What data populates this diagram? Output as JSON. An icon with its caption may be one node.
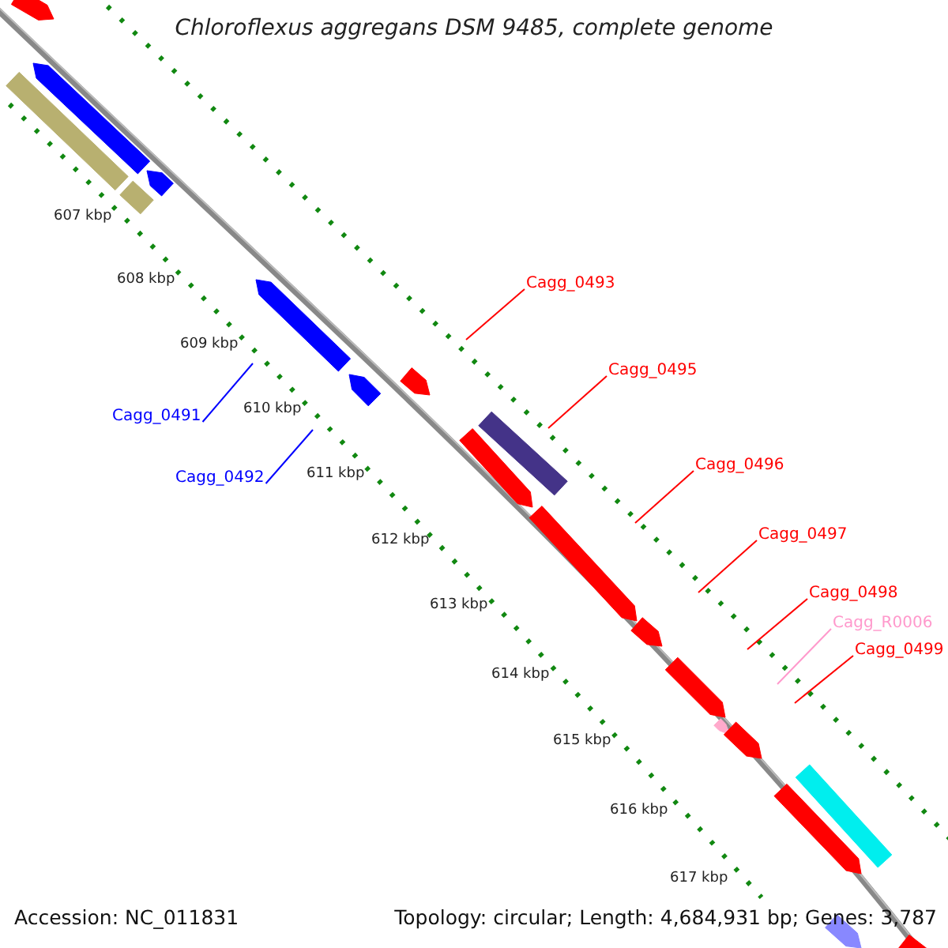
{
  "diagram": {
    "title": "Chloroflexus aggregans DSM 9485, complete genome",
    "nodes": [
      {
        "text": [
          "Cagg_0493"
        ]
      },
      {
        "text": [
          "Cagg_0495"
        ]
      },
      {
        "text": [
          "Cagg_0496"
        ]
      },
      {
        "text": [
          "Cagg_0497"
        ]
      },
      {
        "text": [
          "Cagg_0498"
        ]
      },
      {
        "text": [
          "Cagg_R0006"
        ]
      },
      {
        "text": [
          "Cagg_0499"
        ]
      },
      {
        "text": [
          "Cagg_0491"
        ]
      },
      {
        "text": [
          "Cagg_0492"
        ]
      }
    ],
    "edges": [
      {
        "from": 0,
        "to": null,
        "arrow": "none"
      },
      {
        "from": 1,
        "to": null,
        "arrow": "none"
      },
      {
        "from": 2,
        "to": null,
        "arrow": "none"
      },
      {
        "from": 3,
        "to": null,
        "arrow": "none"
      },
      {
        "from": 4,
        "to": null,
        "arrow": "none"
      },
      {
        "from": 5,
        "to": null,
        "arrow": "none",
        "color": "#ff99cc"
      },
      {
        "from": 6,
        "to": null,
        "arrow": "none"
      },
      {
        "from": 7,
        "to": null,
        "arrow": "none",
        "color": "#0000ff"
      },
      {
        "from": 8,
        "to": null,
        "arrow": "none",
        "color": "#0000ff"
      }
    ],
    "labels": [
      "607 kbp",
      "608 kbp",
      "609 kbp",
      "610 kbp",
      "611 kbp",
      "612 kbp",
      "613 kbp",
      "614 kbp",
      "615 kbp",
      "616 kbp",
      "617 kbp",
      "Accession: NC_011831",
      "Topology: circular; Length: 4,684,931 bp; Genes: 3,787"
    ]
  }
}
